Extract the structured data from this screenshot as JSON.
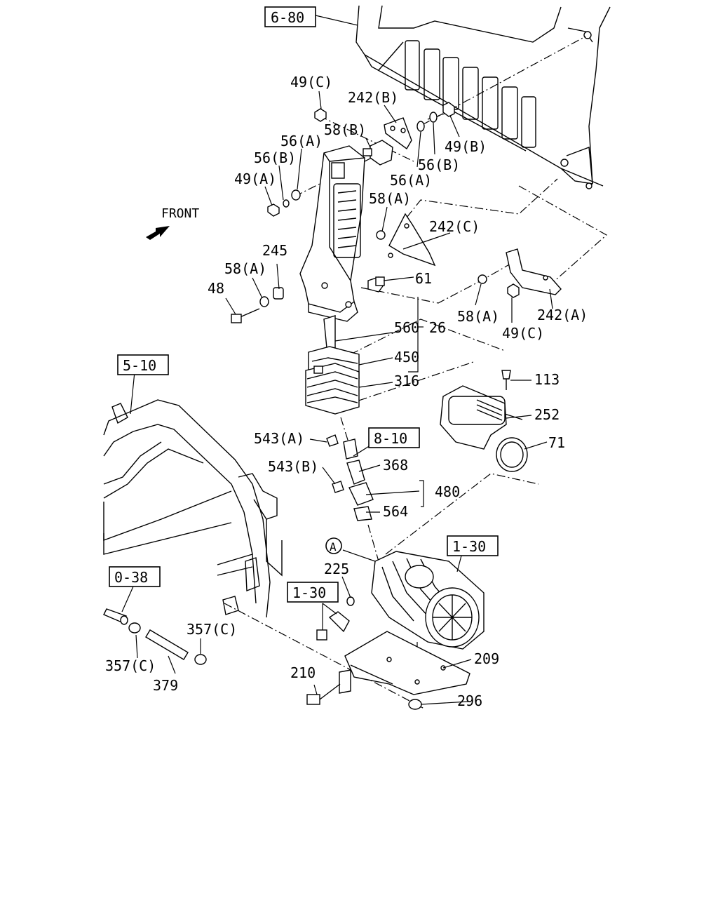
{
  "title": "",
  "orientation": {
    "label": "FRONT"
  },
  "reference_boxes": {
    "r680": "6-80",
    "r510": "5-10",
    "r810": "8-10",
    "r130a": "1-30",
    "r130b": "1-30",
    "r038": "0-38"
  },
  "circle_marker": "A",
  "callouts": {
    "c49c_top": "49(C)",
    "c242b": "242(B)",
    "c58b": "58(B)",
    "c56a_l": "56(A)",
    "c56b_l": "56(B)",
    "c49a": "49(A)",
    "c49b": "49(B)",
    "c56b_r": "56(B)",
    "c56a_r": "56(A)",
    "c58a_top": "58(A)",
    "c242c": "242(C)",
    "c245": "245",
    "c58a_l": "58(A)",
    "c48": "48",
    "c61": "61",
    "c58a_r": "58(A)",
    "c242a": "242(A)",
    "c49c_r": "49(C)",
    "c560": "560",
    "c26": "26",
    "c450": "450",
    "c316": "316",
    "c113": "113",
    "c252": "252",
    "c71": "71",
    "c543a": "543(A)",
    "c368": "368",
    "c543b": "543(B)",
    "c480": "480",
    "c564": "564",
    "c225": "225",
    "c357c_r": "357(C)",
    "c357c_l": "357(C)",
    "c379": "379",
    "c209": "209",
    "c210": "210",
    "c296": "296"
  }
}
